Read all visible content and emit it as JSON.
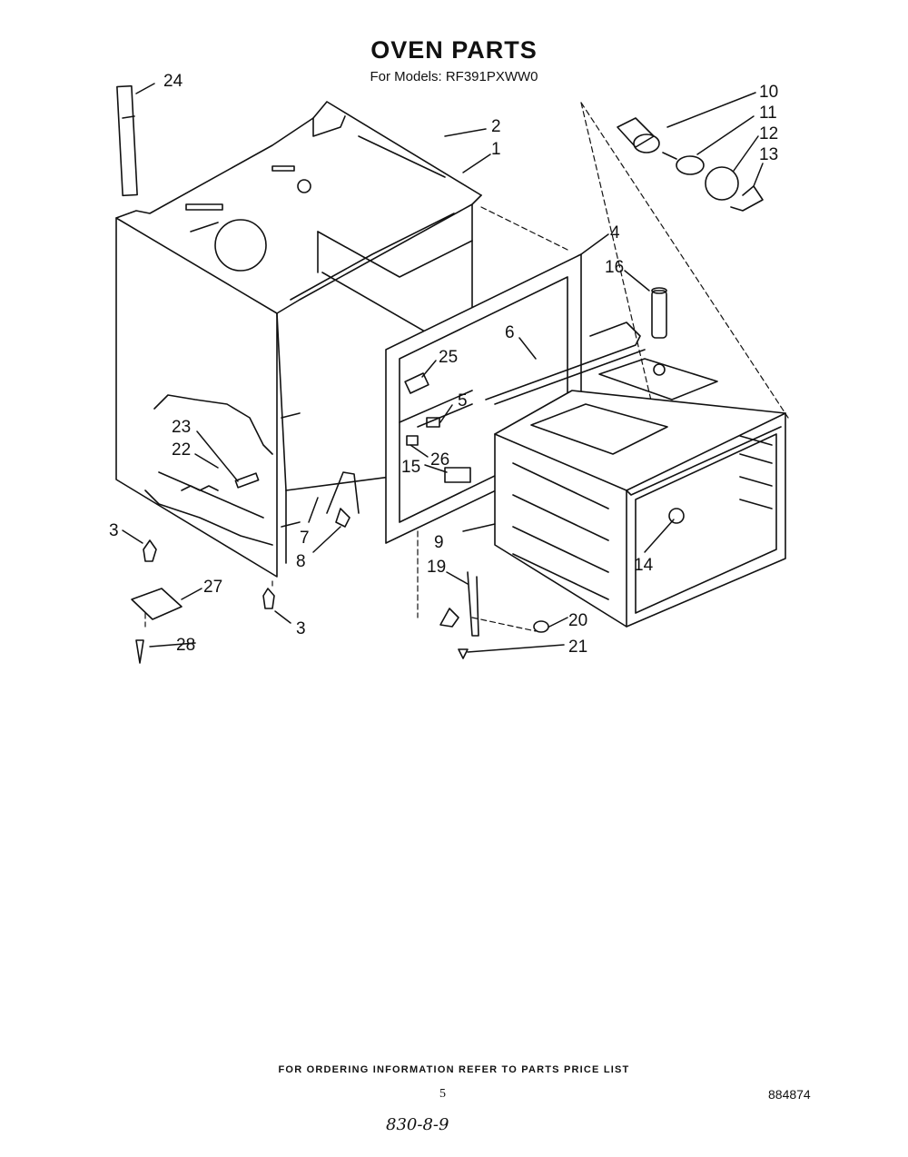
{
  "header": {
    "title": "OVEN PARTS",
    "subtitle": "For Models: RF391PXWW0"
  },
  "callouts": [
    "1",
    "2",
    "3",
    "3",
    "4",
    "5",
    "6",
    "7",
    "8",
    "9",
    "10",
    "11",
    "12",
    "13",
    "14",
    "15",
    "16",
    "19",
    "20",
    "21",
    "22",
    "23",
    "24",
    "25",
    "26",
    "27",
    "28"
  ],
  "footer": {
    "ordering_note": "FOR ORDERING INFORMATION REFER TO PARTS PRICE LIST",
    "page_number": "5",
    "document_number": "884874",
    "handwritten_note": "830-8-9"
  }
}
